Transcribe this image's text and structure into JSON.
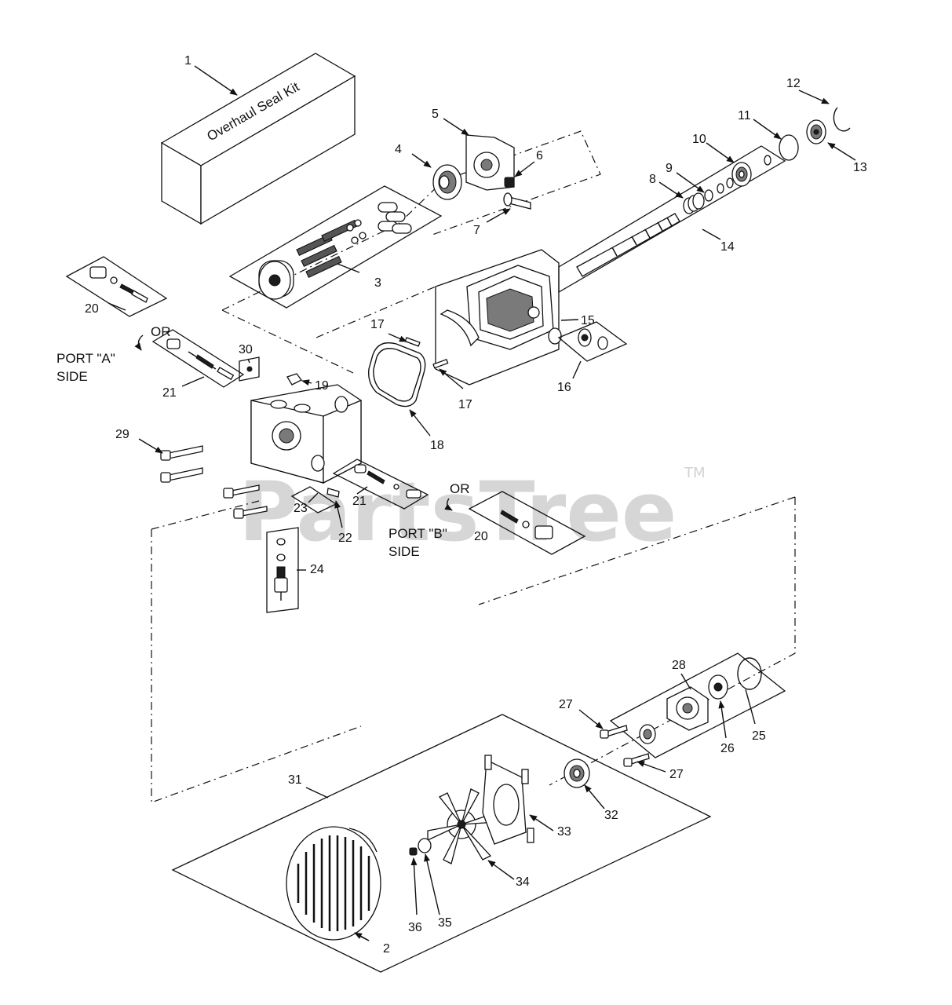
{
  "watermark": {
    "text": "PartsTree",
    "trademark": "TM"
  },
  "kit_label": "Overhaul Seal Kit",
  "port_labels": {
    "a_line1": "PORT \"A\"",
    "a_line2": "SIDE",
    "b_line1": "PORT \"B\"",
    "b_line2": "SIDE",
    "or_upper": "OR",
    "or_lower": "OR"
  },
  "callouts": [
    {
      "id": "c1",
      "num": "1"
    },
    {
      "id": "c2",
      "num": "2"
    },
    {
      "id": "c3",
      "num": "3"
    },
    {
      "id": "c4",
      "num": "4"
    },
    {
      "id": "c5",
      "num": "5"
    },
    {
      "id": "c6",
      "num": "6"
    },
    {
      "id": "c7",
      "num": "7"
    },
    {
      "id": "c8",
      "num": "8"
    },
    {
      "id": "c9",
      "num": "9"
    },
    {
      "id": "c10",
      "num": "10"
    },
    {
      "id": "c11",
      "num": "11"
    },
    {
      "id": "c12",
      "num": "12"
    },
    {
      "id": "c13",
      "num": "13"
    },
    {
      "id": "c14",
      "num": "14"
    },
    {
      "id": "c15",
      "num": "15"
    },
    {
      "id": "c16",
      "num": "16"
    },
    {
      "id": "c17a",
      "num": "17"
    },
    {
      "id": "c17b",
      "num": "17"
    },
    {
      "id": "c18",
      "num": "18"
    },
    {
      "id": "c19",
      "num": "19"
    },
    {
      "id": "c20a",
      "num": "20"
    },
    {
      "id": "c20b",
      "num": "20"
    },
    {
      "id": "c21a",
      "num": "21"
    },
    {
      "id": "c21b",
      "num": "21"
    },
    {
      "id": "c22",
      "num": "22"
    },
    {
      "id": "c23",
      "num": "23"
    },
    {
      "id": "c24",
      "num": "24"
    },
    {
      "id": "c25",
      "num": "25"
    },
    {
      "id": "c26",
      "num": "26"
    },
    {
      "id": "c27a",
      "num": "27"
    },
    {
      "id": "c27b",
      "num": "27"
    },
    {
      "id": "c28",
      "num": "28"
    },
    {
      "id": "c29",
      "num": "29"
    },
    {
      "id": "c30",
      "num": "30"
    },
    {
      "id": "c31",
      "num": "31"
    },
    {
      "id": "c32",
      "num": "32"
    },
    {
      "id": "c33",
      "num": "33"
    },
    {
      "id": "c34",
      "num": "34"
    },
    {
      "id": "c35",
      "num": "35"
    },
    {
      "id": "c36",
      "num": "36"
    }
  ]
}
